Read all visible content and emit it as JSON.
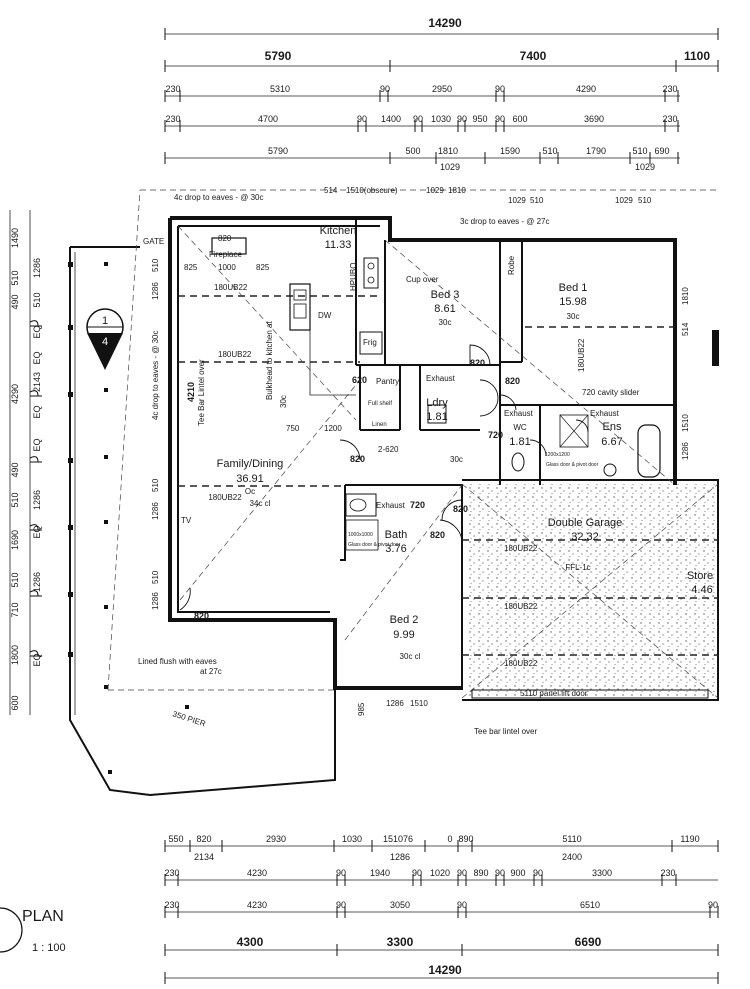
{
  "top_dims": {
    "overall": "14290",
    "row1": [
      "5790",
      "7400",
      "1100"
    ],
    "row2": [
      "230",
      "5310",
      "90",
      "2950",
      "90",
      "4290",
      "230"
    ],
    "row3": [
      "230",
      "4700",
      "90",
      "1400",
      "90",
      "1030",
      "90",
      "950",
      "90",
      "600",
      "3690",
      "230"
    ],
    "row4": [
      "5790",
      "500",
      "1810",
      "1590",
      "510",
      "1790",
      "510",
      "690"
    ],
    "row4b": [
      "1029",
      "1029"
    ]
  },
  "bottom_dims": {
    "row1": [
      "550",
      "820",
      "2930",
      "1030",
      "151076",
      "0",
      "890",
      "5110",
      "1190"
    ],
    "row1b": [
      "2134",
      "1286",
      "2400"
    ],
    "row2": [
      "230",
      "4230",
      "90",
      "1940",
      "90",
      "1020",
      "90",
      "890",
      "90",
      "900",
      "90",
      "3300",
      "230"
    ],
    "row3": [
      "230",
      "4230",
      "90",
      "3050",
      "90",
      "6510",
      "90"
    ],
    "row4": [
      "4300",
      "3300",
      "6690"
    ],
    "overall": "14290"
  },
  "left_dims": [
    "1490",
    "510",
    "1286",
    "490",
    "510",
    "EQ",
    "EQ",
    "4290",
    "2143",
    "EQ",
    "EQ",
    "490",
    "510",
    "1286",
    "EQ",
    "1690",
    "710",
    "510",
    "1286",
    "1800",
    "EQ",
    "600"
  ],
  "window_labels": [
    {
      "num": "514",
      "txt": "1510(obscure)"
    },
    {
      "num": "1029",
      "txt": "1810"
    },
    {
      "num": "1029",
      "txt": "510"
    },
    {
      "num": "1029",
      "txt": "510"
    }
  ],
  "eaves_notes": {
    "top_left": "4c drop to eaves - @ 30c",
    "top_right": "3c drop to eaves - @ 27c",
    "left": "4c drop to eaves - @ 30c"
  },
  "rooms": {
    "kitchen": {
      "name": "Kitchen",
      "area": "11.33"
    },
    "bed3": {
      "name": "Bed 3",
      "area": "8.61",
      "ceiling": "30c"
    },
    "bed1": {
      "name": "Bed 1",
      "area": "15.98",
      "ceiling": "30c"
    },
    "family": {
      "name": "Family/Dining",
      "area": "36.91",
      "ceiling": "Oc",
      "beam": "180UB22",
      "ceil2": "34c cl"
    },
    "ldry": {
      "name": "Ldry",
      "area": "1.81"
    },
    "ens": {
      "name": "Ens",
      "area": "6.67"
    },
    "wc": {
      "name": "WC",
      "area": "1.81"
    },
    "bath": {
      "name": "Bath",
      "area": "3.76"
    },
    "garage": {
      "name": "Double Garage",
      "area": "32.32",
      "ffl": "FFL-1c"
    },
    "store": {
      "name": "Store",
      "area": "4.46"
    },
    "bed2": {
      "name": "Bed 2",
      "area": "9.99",
      "ceiling": "30c cl"
    }
  },
  "labels": {
    "gate": "GATE",
    "fireplace": "Fireplace",
    "fp_top": "820",
    "fp_dims": [
      "825",
      "1000",
      "825"
    ],
    "beam_top": "180UB22",
    "beam_mid": "180UB22",
    "hpubo": "HPUBO",
    "dw": "DW",
    "frig": "Frig",
    "cup_over": "Cup over",
    "robe": "Robe",
    "pantry": "Pantry",
    "pantry_door": "620",
    "full_shelf": "Full shelf",
    "linen": "Linen",
    "exhaust": "Exhaust",
    "bulkhead": "Bulkhead to kitchen at",
    "bulkhead_c": "30c",
    "tee_bar": "Tee Bar Lintel over",
    "tee_bar_num": "4210",
    "ens_beam": "180UB22",
    "cavity_slider": "720 cavity slider",
    "door_820": "820",
    "door_720": "720",
    "door_2_620": "2-620",
    "dim_750": "750",
    "dim_1200": "1200",
    "tv": "TV",
    "ceil_30c": "30c",
    "shower_glass": "Glass door & pivot door",
    "shower_dims": "1200x1200",
    "bath_shower": "1000x1000",
    "garage_beam": "180UB22",
    "panel_door": "5110 panel lift door",
    "tee_bar_lintel": "Tee bar lintel over",
    "lined_flush": "Lined flush with eaves",
    "lined_flush_c": "at 27c",
    "pier": "350 PIER",
    "window_bed2": [
      "1286",
      "1510"
    ],
    "dim_985": "985",
    "win_side1": [
      "1286",
      "510"
    ],
    "win_side2": [
      "1286",
      "510"
    ],
    "win_right": [
      "514",
      "1810"
    ],
    "win_right2": [
      "1286",
      "1510"
    ],
    "section_marker_top": "1",
    "section_marker_bottom": "4"
  },
  "plan_title": {
    "title": "PLAN",
    "scale": "1 : 100"
  }
}
